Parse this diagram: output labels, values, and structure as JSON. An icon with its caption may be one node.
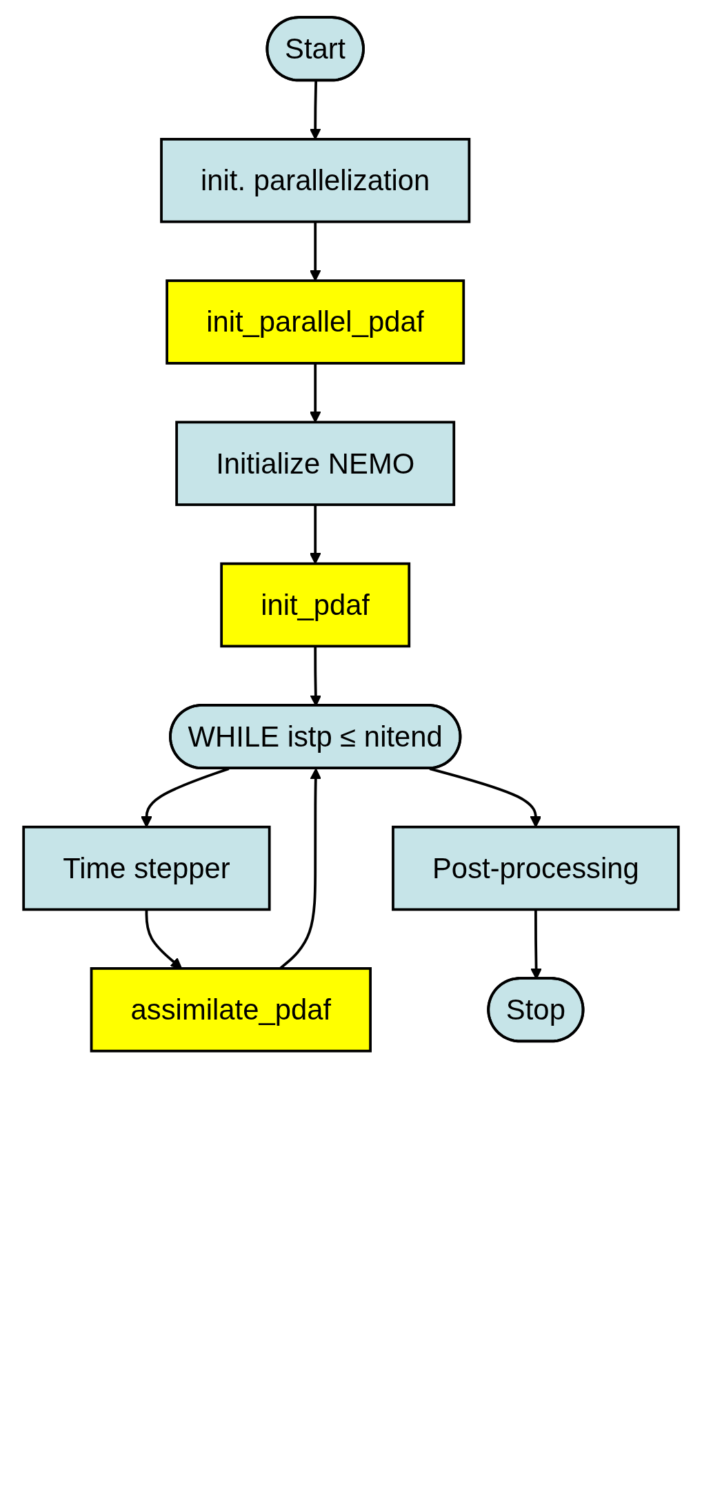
{
  "diagram": {
    "nodes": [
      {
        "text": [
          "Start"
        ]
      },
      {
        "text": [
          "init. parallelization"
        ]
      },
      {
        "text": [
          "init_parallel_pdaf"
        ]
      },
      {
        "text": [
          "Initialize NEMO"
        ]
      },
      {
        "text": [
          "init_pdaf"
        ]
      },
      {
        "text": [
          "WHILE istp ≤ nitend"
        ]
      },
      {
        "text": [
          "Time stepper"
        ]
      },
      {
        "text": [
          "assimilate_pdaf"
        ]
      },
      {
        "text": [
          "Post-processing"
        ]
      },
      {
        "text": [
          "Stop"
        ]
      }
    ],
    "edges": [
      {
        "from": 0,
        "to": 1,
        "arrow": "to"
      },
      {
        "from": 1,
        "to": 2,
        "arrow": "to"
      },
      {
        "from": 2,
        "to": 3,
        "arrow": "to"
      },
      {
        "from": 3,
        "to": 4,
        "arrow": "to"
      },
      {
        "from": 4,
        "to": 5,
        "arrow": "to"
      },
      {
        "from": 5,
        "to": 6,
        "arrow": "to"
      },
      {
        "from": 6,
        "to": 7,
        "arrow": "to"
      },
      {
        "from": 7,
        "to": 5,
        "arrow": "to"
      },
      {
        "from": 5,
        "to": 8,
        "arrow": "to"
      },
      {
        "from": 8,
        "to": 9,
        "arrow": "to"
      }
    ]
  }
}
